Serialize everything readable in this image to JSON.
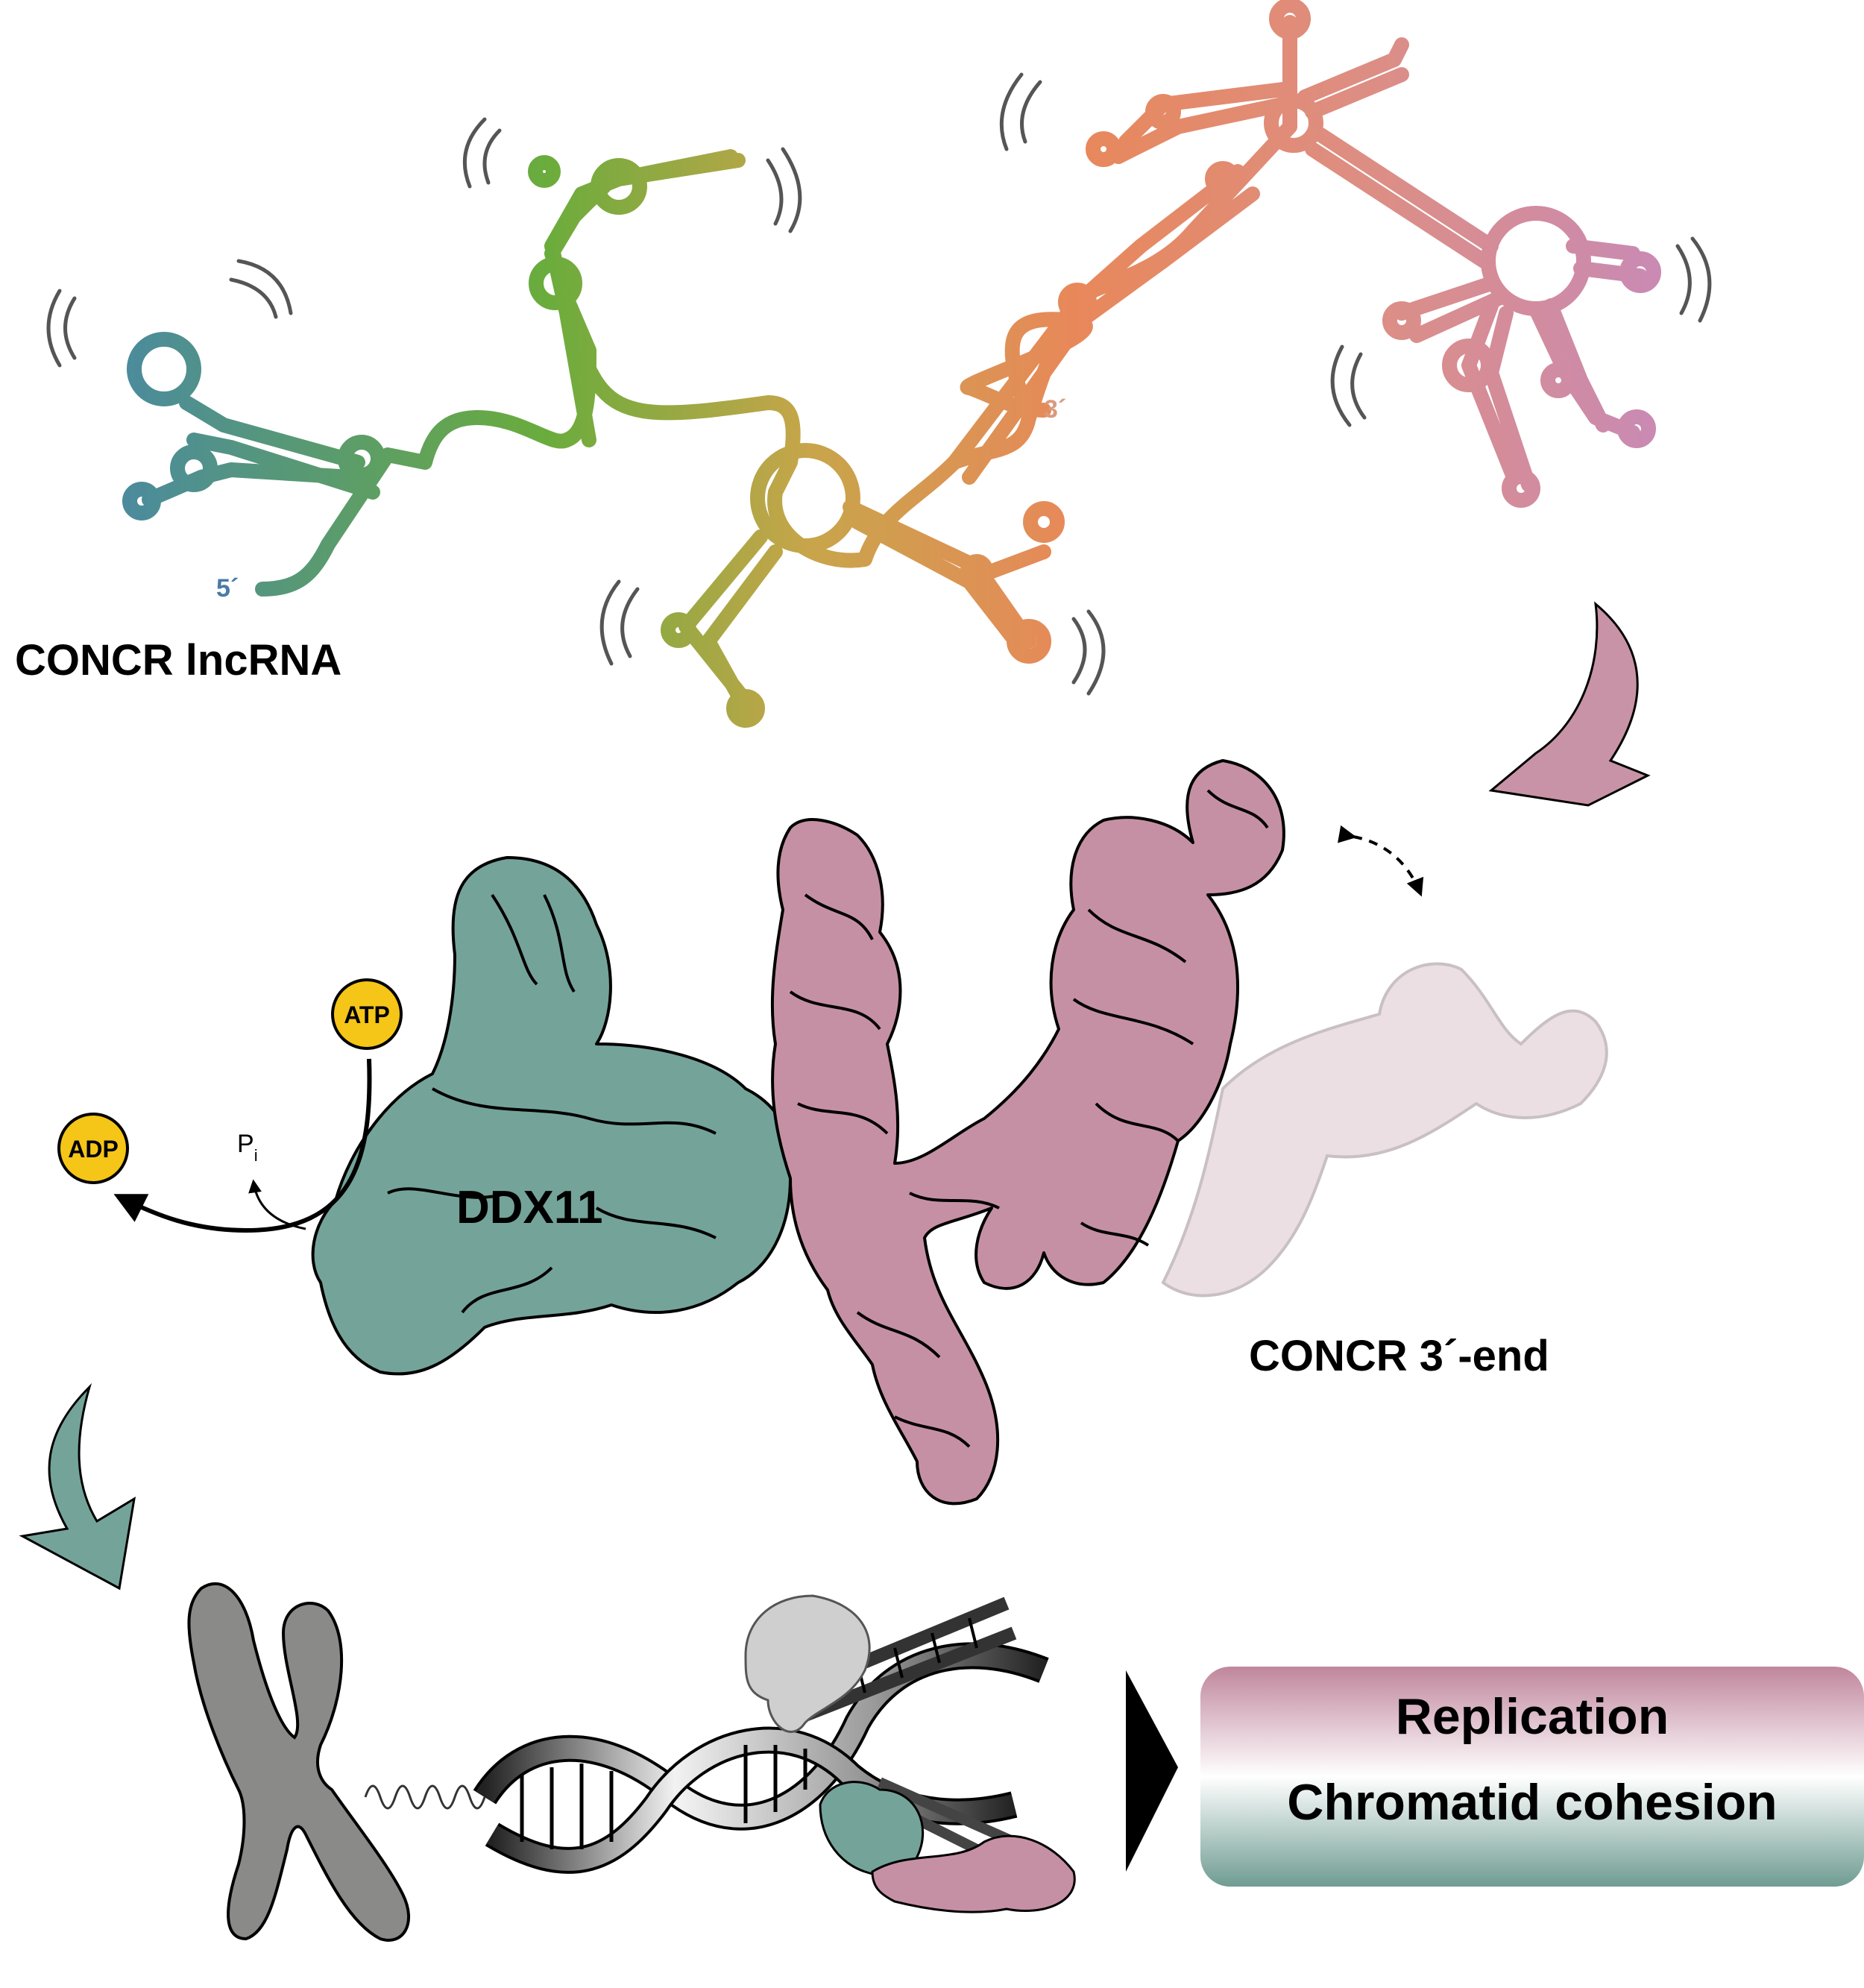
{
  "labels": {
    "rna_name": "CONCR lncRNA",
    "five_prime": "5´",
    "three_prime": "3´",
    "protein": "DDX11",
    "three_end": "CONCR 3´-end",
    "atp": "ATP",
    "adp": "ADP",
    "pi": "P",
    "pi_sub": "i"
  },
  "outcome": {
    "line1": "Replication",
    "line2": "Chromatid cohesion"
  },
  "colors": {
    "rna_teal": "#4a8a9c",
    "rna_green": "#6da83e",
    "rna_olive": "#c8a84a",
    "rna_orange": "#e8845a",
    "rna_pink": "#c98aa6",
    "ddx11": "#74a39a",
    "concr_protein": "#c690a4",
    "faded": "#ecdfe3",
    "nucleotide": "#f5c518",
    "chromosome": "#8a8a88",
    "box_top": "#c0869c",
    "box_bottom": "#6f9c92"
  }
}
